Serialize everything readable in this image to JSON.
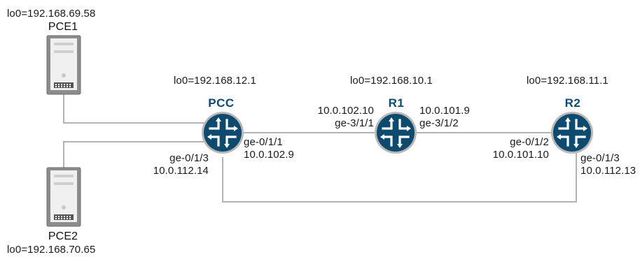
{
  "servers": {
    "pce1": {
      "name": "PCE1",
      "loopback": "lo0=192.168.69.58"
    },
    "pce2": {
      "name": "PCE2",
      "loopback": "lo0=192.168.70.65"
    }
  },
  "routers": {
    "pcc": {
      "name": "PCC",
      "loopback": "lo0=192.168.12.1",
      "if_r1": {
        "name": "ge-0/1/1",
        "ip": "10.0.102.9"
      },
      "if_r2": {
        "name": "ge-0/1/3",
        "ip": "10.0.112.14"
      }
    },
    "r1": {
      "name": "R1",
      "loopback": "lo0=192.168.10.1",
      "if_pcc": {
        "ip": "10.0.102.10",
        "name": "ge-3/1/1"
      },
      "if_r2": {
        "ip": "10.0.101.9",
        "name": "ge-3/1/2"
      }
    },
    "r2": {
      "name": "R2",
      "loopback": "lo0=192.168.11.1",
      "if_r1": {
        "name": "ge-0/1/2",
        "ip": "10.0.101.10"
      },
      "if_pcc": {
        "name": "ge-0/1/3",
        "ip": "10.0.112.13"
      }
    }
  },
  "colors": {
    "router_fill": "#0d4a6e",
    "router_ring": "#b8b8b8",
    "link": "#b3b3b3",
    "server_body": "#8c8c8c"
  }
}
